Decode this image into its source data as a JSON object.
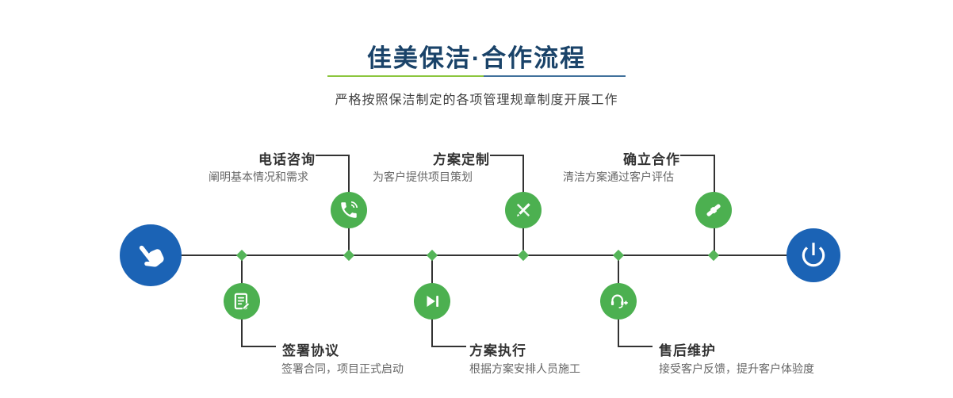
{
  "header": {
    "title": "佳美保洁·合作流程",
    "subtitle": "严格按照保洁制定的各项管理规章制度开展工作"
  },
  "timeline": {
    "start": {
      "icon": "pointing-hand-icon"
    },
    "end": {
      "icon": "power-icon"
    },
    "steps_top": [
      {
        "title": "电话咨询",
        "desc": "阐明基本情况和需求",
        "icon": "phone-icon"
      },
      {
        "title": "方案定制",
        "desc": "为客户提供项目策划",
        "icon": "pencil-design-icon"
      },
      {
        "title": "确立合作",
        "desc": "清洁方案通过客户评估",
        "icon": "handshake-icon"
      }
    ],
    "steps_bottom": [
      {
        "title": "签署协议",
        "desc": "签署合同，项目正式启动",
        "icon": "contract-icon"
      },
      {
        "title": "方案执行",
        "desc": "根据方案安排人员施工",
        "icon": "play-icon"
      },
      {
        "title": "售后维护",
        "desc": "接受客户反馈，提升客户体验度",
        "icon": "headset-icon"
      }
    ]
  },
  "colors": {
    "title_navy": "#1a4369",
    "accent_green": "#4cb050",
    "accent_blue": "#1b63b5",
    "divider_green": "#8cc63e",
    "divider_blue": "#41719c",
    "line_dark": "#333333",
    "desc_gray": "#666666"
  }
}
